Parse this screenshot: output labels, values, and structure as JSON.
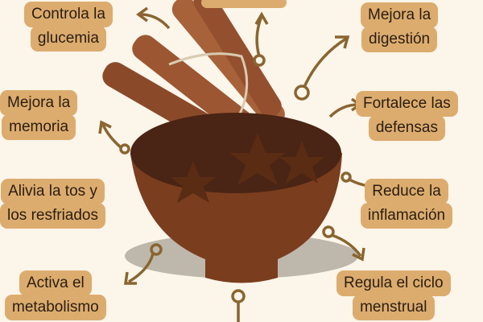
{
  "benefits": [
    {
      "line1": "Controla la",
      "line2": "glucemia"
    },
    {
      "line1": "Mejora la",
      "line2": "digestión"
    },
    {
      "line1": "Mejora la",
      "line2": "memoria"
    },
    {
      "line1": "Fortalece las",
      "line2": "defensas"
    },
    {
      "line1": "Alivia la tos y",
      "line2": "los resfriados"
    },
    {
      "line1": "Reduce la",
      "line2": "inflamación"
    },
    {
      "line1": "Activa el",
      "line2": "metabolismo"
    },
    {
      "line1": "Regula el ciclo",
      "line2": "menstrual"
    }
  ],
  "colors": {
    "background": "#fbf5ea",
    "box": "#dcac6e",
    "arrow": "#8a6530",
    "wood": "#7a3d1e"
  }
}
